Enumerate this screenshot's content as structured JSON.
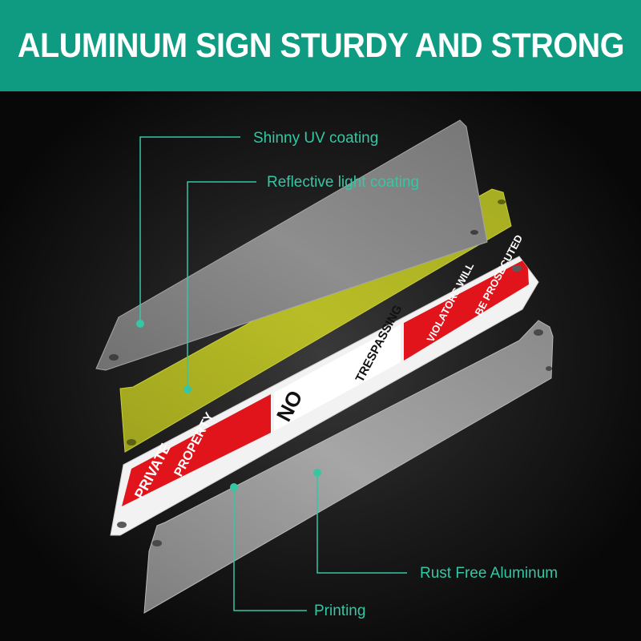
{
  "banner": {
    "title": "ALUMINUM SIGN STURDY AND STRONG"
  },
  "callouts": {
    "uv": "Shinny UV coating",
    "reflective": "Reflective light coating",
    "aluminum": "Rust Free Aluminum",
    "printing": "Printing"
  },
  "sign": {
    "panel1": "PRIVATE",
    "panel2": "PROPERTY",
    "panel3": "NO",
    "panel4": "TRESPASSING",
    "panel5": "VIOLATORS WILL",
    "panel6": "BE PROSECUTED"
  },
  "colors": {
    "banner": "#0f9b81",
    "callout": "#35c6a4",
    "sign_red": "#e1141c",
    "reflective": "#b3b824",
    "uv_layer": "#8a8a8a",
    "aluminum_layer": "#9c9c9c"
  }
}
